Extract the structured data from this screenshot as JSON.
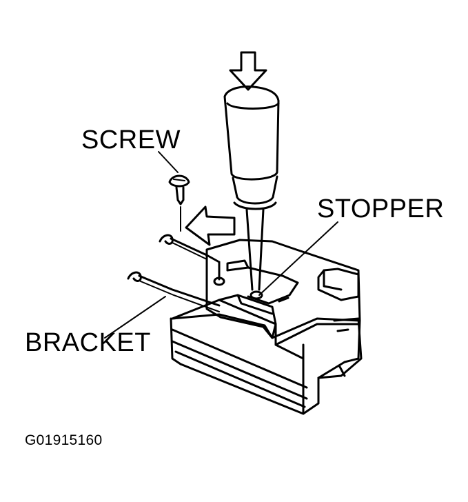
{
  "labels": {
    "screw": "SCREW",
    "stopper": "STOPPER",
    "bracket": "BRACKET",
    "figure_code": "G01915160"
  },
  "colors": {
    "ink": "#000000",
    "background": "#ffffff"
  }
}
